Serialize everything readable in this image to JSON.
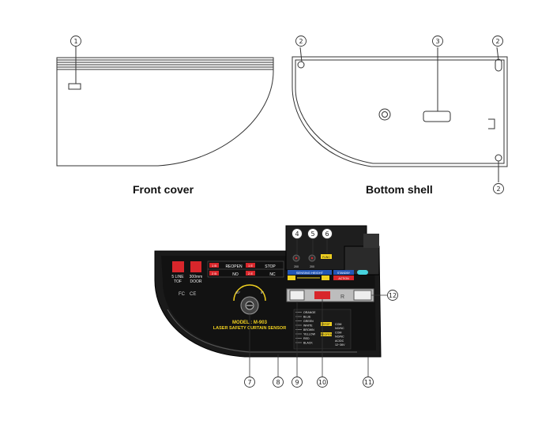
{
  "captions": {
    "front_cover": "Front cover",
    "bottom_shell": "Bottom shell"
  },
  "callouts": [
    "1",
    "2",
    "3",
    "4",
    "5",
    "6",
    "7",
    "8",
    "9",
    "10",
    "11",
    "12"
  ],
  "sensor": {
    "model": "MODEL : M-903",
    "name": "LASER SAFETY CURTAIN SENSOR",
    "line_tof": "5 LINE",
    "line_tof2": "TOF",
    "door": "300mm",
    "door2": "DOOR",
    "reopen": "REOPEN",
    "stop": "STOP",
    "no": "NO",
    "nc": "NC",
    "btn_a": "1 B",
    "btn_b": "2 B",
    "btn_c": "1 E",
    "btn_d": "2 E",
    "sensing_height": "SENSING HEIGHT",
    "func": "FUNC",
    "standby": "STANDBY",
    "action": "ACTION",
    "fc": "FC",
    "ce": "CE",
    "dial_left": "10°",
    "dial_right": "5°",
    "pot_label": "200",
    "wires": [
      "ORANGE",
      "BLUE",
      "GREEN",
      "WHITE",
      "BROWN",
      "YELLOW",
      "RED",
      "BLACK"
    ],
    "terminal_labels": [
      "COM",
      "NO/NC",
      "COM",
      "NO/NC",
      "AC/DC",
      "12~36V"
    ],
    "stop_tag": "STOP",
    "reopen_tag": "REOPEN"
  },
  "colors": {
    "outline": "#333333",
    "panel": "#141414",
    "red": "#d8262b",
    "yellow": "#f0d020",
    "cyan": "#47d3df"
  }
}
